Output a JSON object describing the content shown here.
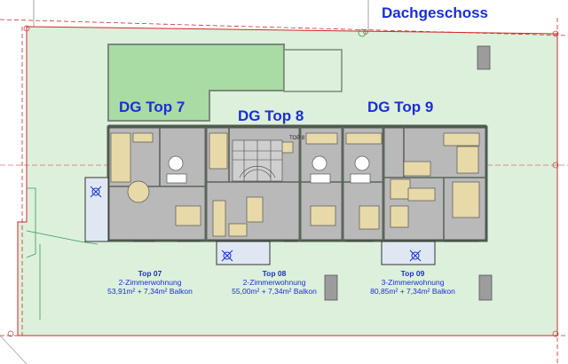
{
  "title": "Dachgeschoss",
  "units": [
    {
      "label": "DG Top 7",
      "top": "Top 07",
      "type": "2-Zimmerwohnung",
      "area": "53,91m² + 7,34m² Balkon"
    },
    {
      "label": "DG Top 8",
      "top": "Top 08",
      "type": "2-Zimmerwohnung",
      "area": "55,00m² + 7,34m² Balkon"
    },
    {
      "label": "DG Top 9",
      "top": "Top 09",
      "type": "3-Zimmerwohnung",
      "area": "80,85m² + 7,34m² Balkon"
    }
  ],
  "stair_label": "TOP 8",
  "colors": {
    "site": "#dcf0dc",
    "courtyard": "#a9dba5",
    "wall": "#7a8a7a",
    "floor": "#b9b9b9",
    "text": "#1b2fd6",
    "boundary": "#d12a2a"
  }
}
